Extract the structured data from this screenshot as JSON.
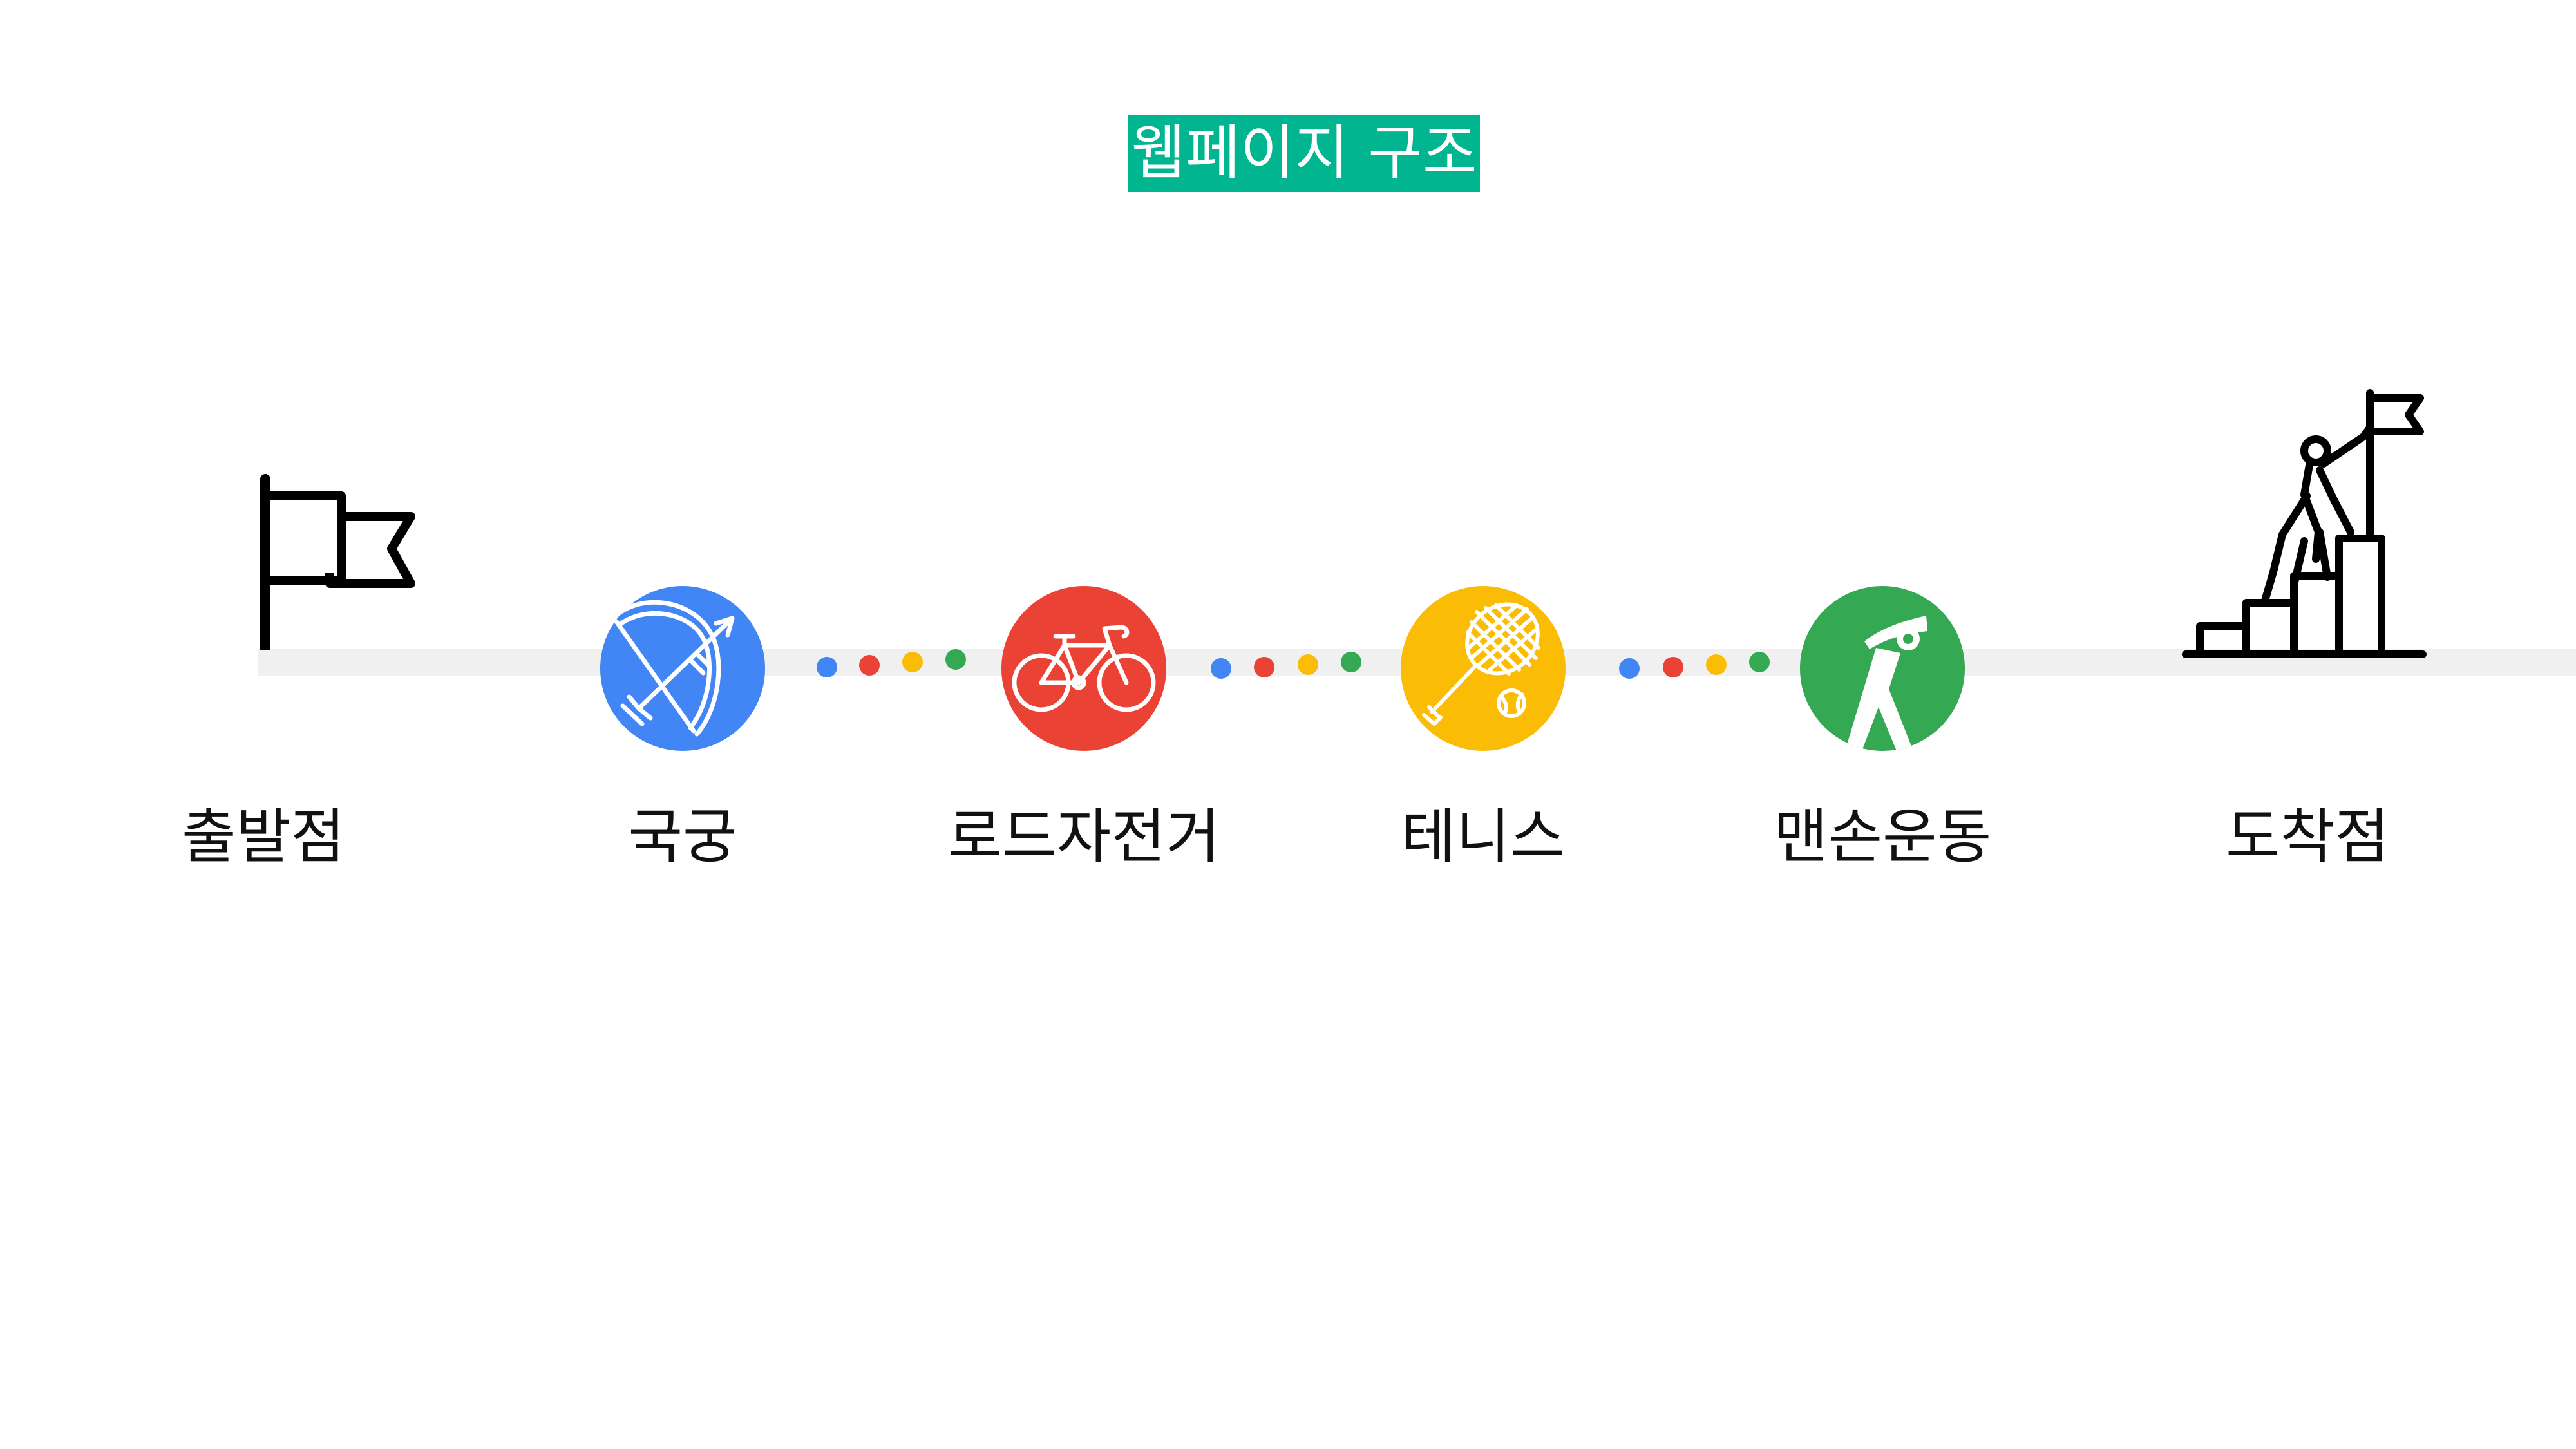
{
  "title": {
    "text": "웹페이지 구조",
    "background": "#00B58F",
    "color": "#FFFFFF"
  },
  "track": {
    "color": "#F0F0F0"
  },
  "dot_colors": [
    "#4285F4",
    "#EA4335",
    "#FBBC05",
    "#34A853"
  ],
  "nodes": [
    {
      "label": "출발점",
      "icon": "start-flag-icon"
    },
    {
      "label": "국궁",
      "icon": "bow-and-arrow-icon",
      "color": "#4285F4"
    },
    {
      "label": "로드자전거",
      "icon": "road-bicycle-icon",
      "color": "#EA4335"
    },
    {
      "label": "테니스",
      "icon": "tennis-racket-icon",
      "color": "#FBBC05"
    },
    {
      "label": "맨손운동",
      "icon": "stretching-person-icon",
      "color": "#34A853"
    },
    {
      "label": "도착점",
      "icon": "summit-flag-climber-icon"
    }
  ]
}
